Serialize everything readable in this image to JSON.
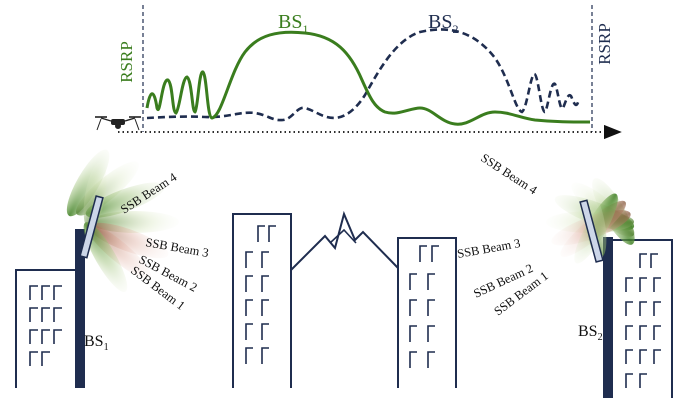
{
  "rsrp_plot": {
    "left_axis_label": "RSRP",
    "right_axis_label": "RSRP",
    "bs1_curve_label": "BS",
    "bs1_curve_sub": "1",
    "bs2_curve_label": "BS",
    "bs2_curve_sub": "2",
    "bs1_color": "#3a7d1e",
    "bs2_color": "#1f2d4f"
  },
  "stations": {
    "left": {
      "label": "BS",
      "sub": "1",
      "beams": [
        "SSB Beam 4",
        "SSB Beam 3",
        "SSB Beam 2",
        "SSB Beam 1"
      ]
    },
    "right": {
      "label": "BS",
      "sub": "2",
      "beams": [
        "SSB Beam 4",
        "SSB Beam 3",
        "SSB Beam 2",
        "SSB Beam 1"
      ]
    }
  },
  "icons": {
    "drone": "drone-icon"
  },
  "colors": {
    "building_stroke": "#1f2d4f",
    "beam_green": "#3a7d1e",
    "beam_red": "#c8857a",
    "beam_light": "#c9d9a8"
  }
}
